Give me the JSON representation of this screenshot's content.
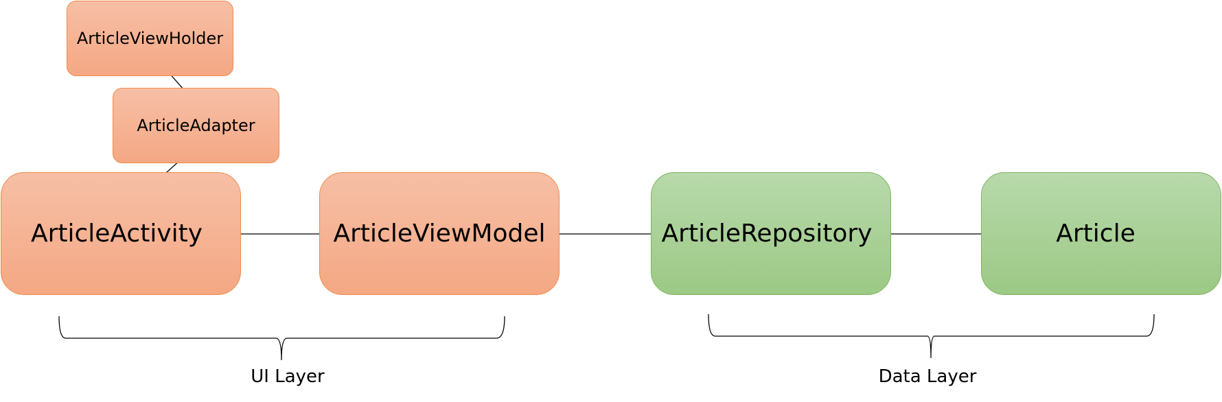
{
  "nodes": {
    "article_view_holder": "ArticleViewHolder",
    "article_adapter": "ArticleAdapter",
    "article_activity": "ArticleActivity",
    "article_view_model": "ArticleViewModel",
    "article_repository": "ArticleRepository",
    "article": "Article"
  },
  "layers": {
    "ui": "UI Layer",
    "data": "Data Layer"
  },
  "edges": [
    {
      "from": "ArticleViewHolder",
      "to": "ArticleAdapter"
    },
    {
      "from": "ArticleAdapter",
      "to": "ArticleActivity"
    },
    {
      "from": "ArticleViewModel",
      "to": "ArticleActivity"
    },
    {
      "from": "ArticleRepository",
      "to": "ArticleViewModel"
    },
    {
      "from": "Article",
      "to": "ArticleRepository"
    }
  ],
  "colors": {
    "ui_fill_top": "#f7bfa6",
    "ui_fill_bottom": "#f4a883",
    "ui_border": "#f08a4b",
    "data_fill_top": "#b8d9ab",
    "data_fill_bottom": "#9cc985",
    "data_border": "#7fb25e",
    "line": "#000000"
  }
}
